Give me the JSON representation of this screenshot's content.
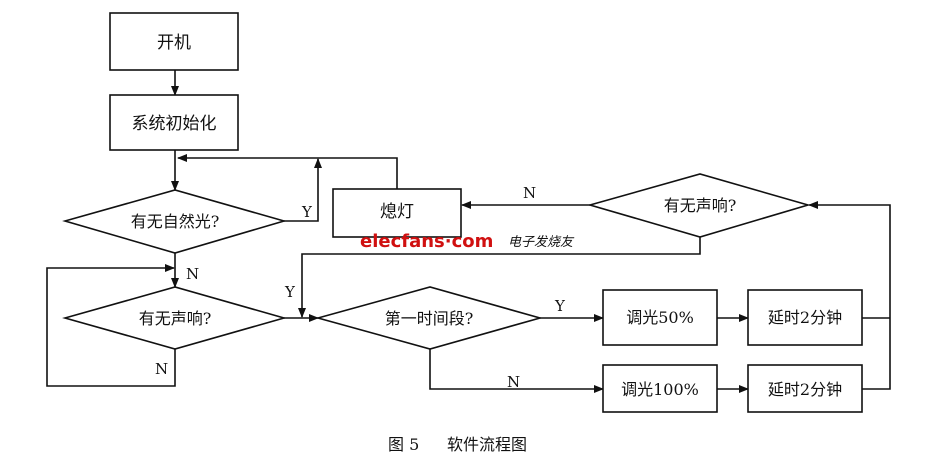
{
  "nodes": {
    "start": "开机",
    "init": "系统初始化",
    "natural_light": "有无自然光?",
    "lights_off": "熄灯",
    "sound_top": "有无声响?",
    "sound_left": "有无声响?",
    "first_period": "第一时间段?",
    "dim50": "调光50%",
    "dim100": "调光100%",
    "delay1": "延时2分钟",
    "delay2": "延时2分钟"
  },
  "labels": {
    "natural_yes": "Y",
    "natural_no": "N",
    "sound_left_no": "N",
    "sound_top_no": "N",
    "sound_top_yes": "Y",
    "period_yes": "Y",
    "period_no": "N"
  },
  "watermark": {
    "brand": "elecfans",
    "dot": "·",
    "suffix": "com",
    "cn": "电子发烧友"
  },
  "caption": {
    "figure": "图 5",
    "title": "软件流程图"
  }
}
